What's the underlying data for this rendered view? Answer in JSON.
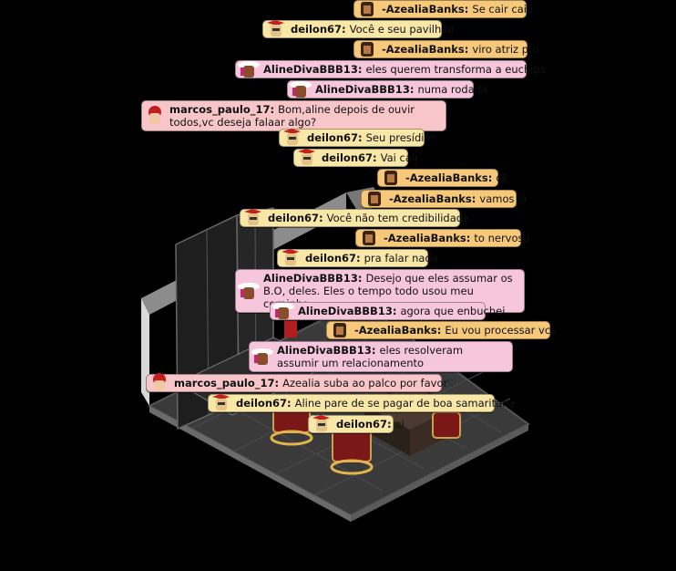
{
  "colors": {
    "azealia": "#f6c879",
    "deilon": "#f9e7a8",
    "aline": "#f6c6dc",
    "marcos": "#f8c6c9"
  },
  "chat": [
    {
      "user": "-AzealiaBanks",
      "style": "azealia",
      "avatar": "azealia",
      "text": "Se cair caiu"
    },
    {
      "user": "deilon67",
      "style": "deilon",
      "avatar": "deilon",
      "text": "Você e seu pavilhão"
    },
    {
      "user": "-AzealiaBanks",
      "style": "azealia",
      "avatar": "azealia",
      "text": "viro atriz pro"
    },
    {
      "user": "AlineDivaBBB13",
      "style": "aline",
      "avatar": "aline",
      "text": "eles querem transforma a euchips"
    },
    {
      "user": "AlineDivaBBB13",
      "style": "aline",
      "avatar": "aline",
      "text": "numa rodada"
    },
    {
      "user": "marcos_paulo_17",
      "style": "marcos",
      "avatar": "marcos",
      "text": "Bom,aline depois de ouvir todos,vc deseja falaar algo?"
    },
    {
      "user": "deilon67",
      "style": "deilon",
      "avatar": "deilon",
      "text": "Seu presídio*"
    },
    {
      "user": "deilon67",
      "style": "deilon",
      "avatar": "deilon",
      "text": "Vai cair"
    },
    {
      "user": "-AzealiaBanks",
      "style": "azealia",
      "avatar": "azealia",
      "text": "ok"
    },
    {
      "user": "-AzealiaBanks",
      "style": "azealia",
      "avatar": "azealia",
      "text": "vamos la"
    },
    {
      "user": "deilon67",
      "style": "deilon",
      "avatar": "deilon",
      "text": "Você não tem credibilidade"
    },
    {
      "user": "-AzealiaBanks",
      "style": "azealia",
      "avatar": "azealia",
      "text": "to nervosa"
    },
    {
      "user": "deilon67",
      "style": "deilon",
      "avatar": "deilon",
      "text": "pra falar nada."
    },
    {
      "user": "AlineDivaBBB13",
      "style": "aline",
      "avatar": "aline",
      "text": "Desejo que eles assumar os B.O, deles. Eles o tempo todo usou meu corpinho"
    },
    {
      "user": "AlineDivaBBB13",
      "style": "aline",
      "avatar": "aline",
      "text": "agora que enbuchei"
    },
    {
      "user": "-AzealiaBanks",
      "style": "azealia",
      "avatar": "azealia",
      "text": "Eu vou processar vcs"
    },
    {
      "user": "AlineDivaBBB13",
      "style": "aline",
      "avatar": "aline",
      "text": "eles resolveram assumir um relacionamento"
    },
    {
      "user": "marcos_paulo_17",
      "style": "marcos",
      "avatar": "marcos",
      "text": "Azealia suba ao palco por favor♡"
    },
    {
      "user": "deilon67",
      "style": "deilon",
      "avatar": "deilon",
      "text": "Aline pare de se pagar de boa samaritana"
    },
    {
      "user": "deilon67",
      "style": "deilon",
      "avatar": "deilon",
      "text": "ai"
    }
  ]
}
